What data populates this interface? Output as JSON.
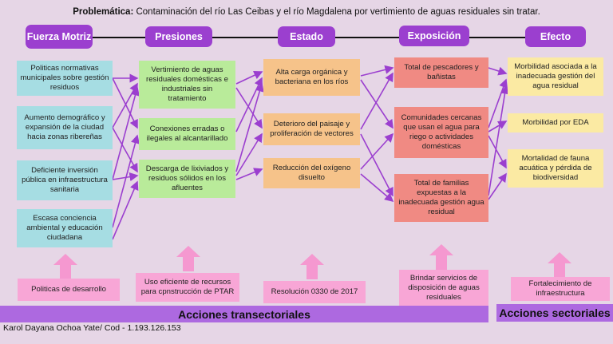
{
  "title": {
    "label": "Problemática:",
    "text": "Contaminación del río Las Ceibas y el río Magdalena por vertimiento de aguas residuales sin tratar."
  },
  "stages": {
    "fuerza_motriz": "Fuerza Motriz",
    "presiones": "Presiones",
    "estado": "Estado",
    "exposicion": "Exposición",
    "efecto": "Efecto"
  },
  "fuerza_motriz": [
    "Politicas normativas municipales sobre gestión residuos",
    "Aumento demográfico y expansión de la ciudad hacia zonas ribereñas",
    "Deficiente inversión pública en infraestructura sanitaria",
    "Escasa conciencia ambiental y educación ciudadana"
  ],
  "presiones": [
    "Vertimiento de aguas residuales domésticas e industriales sin tratamiento",
    "Conexiones erradas o ilegales al alcantarillado",
    "Descarga de lixiviados y residuos sólidos en los afluentes"
  ],
  "estado": [
    "Alta carga orgánica y bacteriana en los ríos",
    "Deterioro del paisaje y proliferación de vectores",
    "Reducción del oxígeno disuelto"
  ],
  "exposicion": [
    "Total de pescadores y bañistas",
    "Comunidades cercanas que usan el agua para riego o actividades domésticas",
    "Total de familias expuestas a la inadecuada gestión agua residual"
  ],
  "efecto": [
    "Morbilidad asociada a la inadecuada gestión del agua residual",
    "Morbilidad por EDA",
    "Mortalidad de fauna acuática y pérdida de biodiversidad"
  ],
  "acciones": [
    "Politicas de desarrollo",
    "Uso eficiente de recursos para cpnstrucción de PTAR",
    "Resolución 0330 de 2017",
    "Brindar servicios de disposición de aguas residuales",
    "Fortalecimiento de infraestructura"
  ],
  "bands": {
    "transectoriales": "Acciones transectoriales",
    "sectoriales": "Acciones sectoriales"
  },
  "footer": "Karol Dayana Ochoa Yate/ Cod - 1.193.126.153",
  "colors": {
    "stage": "#9b3fcf",
    "connector": "#9b3fcf",
    "fuerza_motriz": "#a6dde3",
    "presiones": "#b9eb9a",
    "estado": "#f6c38a",
    "exposicion": "#f08a83",
    "efecto": "#fbeaa3",
    "acciones": "#f8a6d6",
    "band": "#ad69e0"
  }
}
